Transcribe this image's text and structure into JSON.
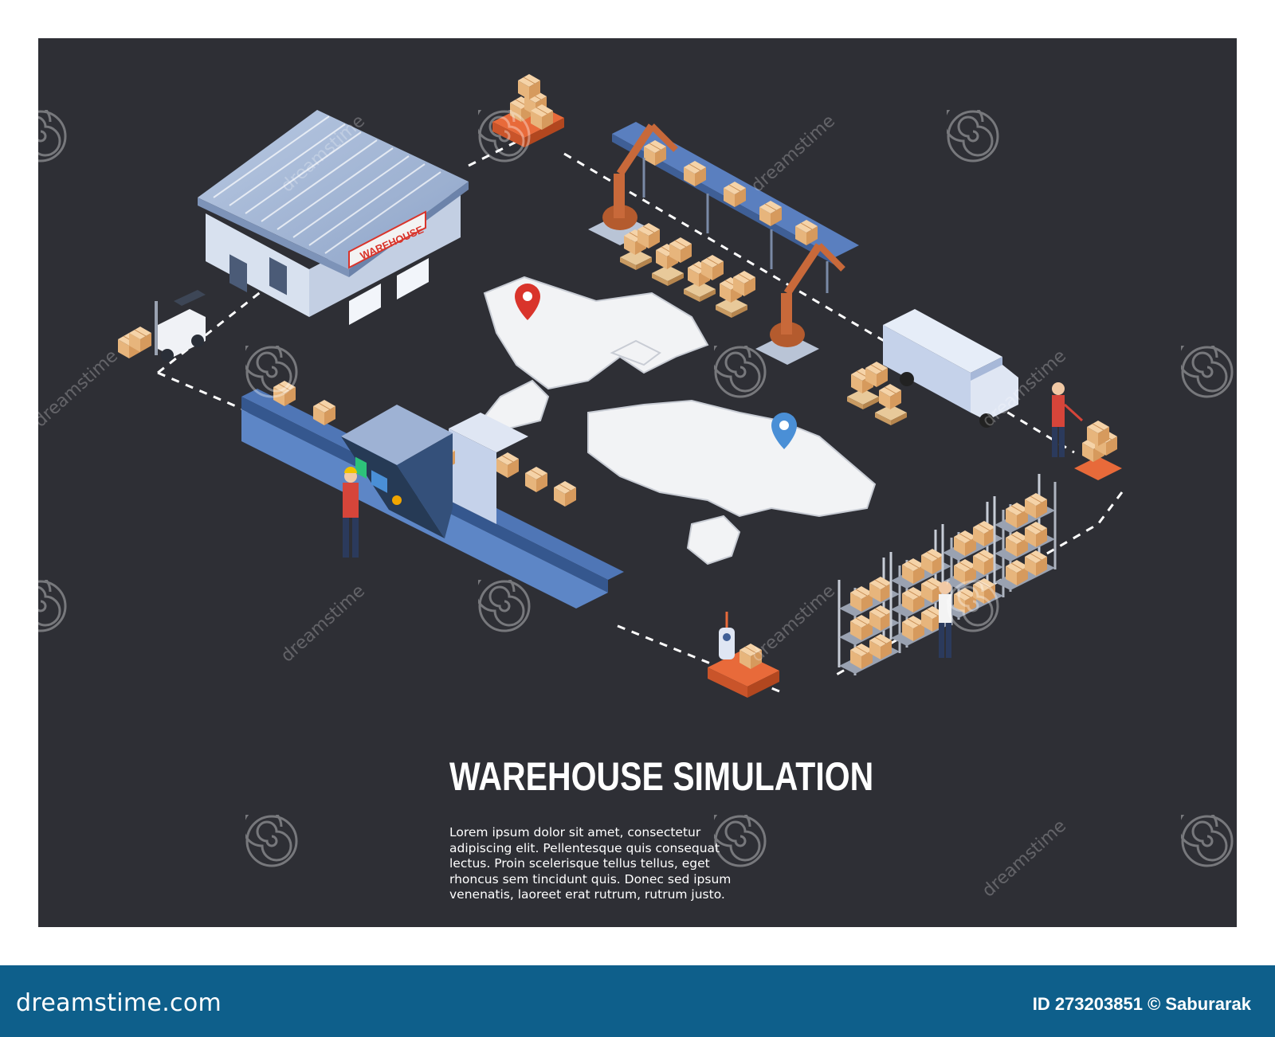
{
  "poster": {
    "title": "WAREHOUSE SIMULATION",
    "body_lines": [
      "Lorem ipsum dolor sit amet, consectetur",
      "adipiscing elit. Pellentesque quis consequat",
      "lectus. Proin scelerisque tellus tellus, eget",
      "rhoncus sem tincidunt quis. Donec sed ipsum",
      "venenatis, laoreet erat rutrum, rutrum justo."
    ],
    "building_sign": "WAREHOUSE",
    "background_color": "#2e2f35"
  },
  "watermark": {
    "text": "dreamstime"
  },
  "footer": {
    "logo": "dreamstime.com",
    "id_label": "ID 273203851",
    "author": "© Saburarak",
    "background_color": "#0e5f8b"
  },
  "icons": [
    "warehouse-building-icon",
    "forklift-icon",
    "conveyor-belt-icon",
    "control-panel-icon",
    "robotic-arm-icon",
    "delivery-truck-icon",
    "pallet-jack-icon",
    "storage-shelves-icon",
    "delivery-robot-icon",
    "world-map-icon",
    "location-pin-icon",
    "worker-icon"
  ]
}
